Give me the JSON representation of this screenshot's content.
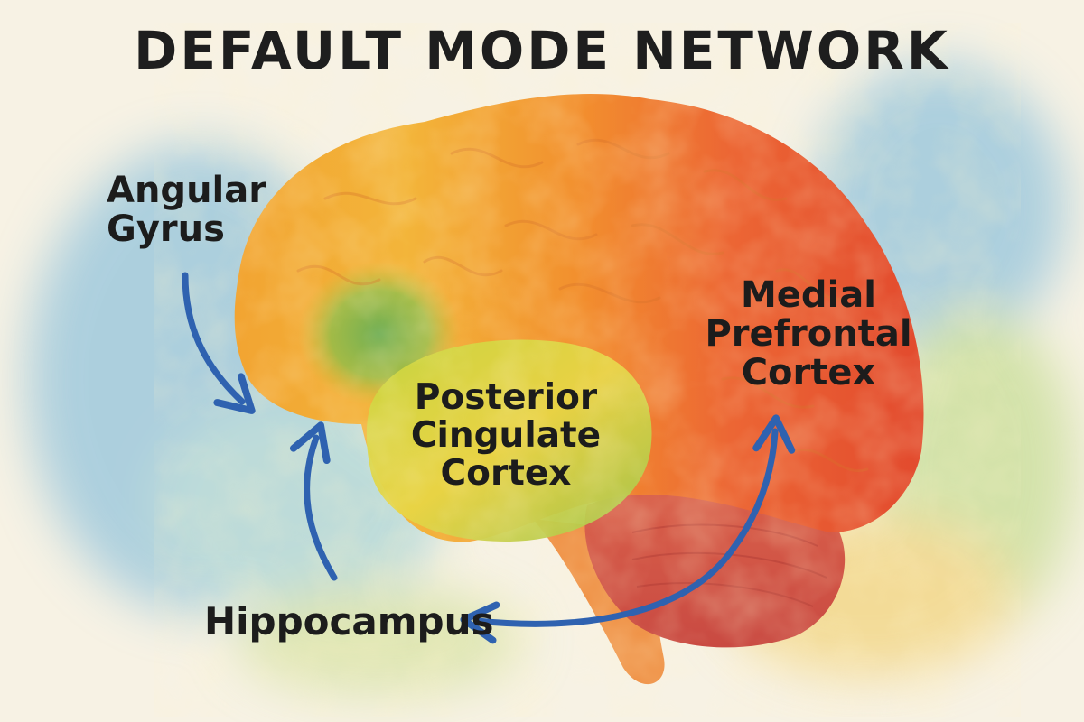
{
  "title": "DEFAULT MODE NETWORK",
  "labels": {
    "angular_gyrus": [
      "Angular",
      "Gyrus"
    ],
    "medial_prefrontal_cortex": [
      "Medial",
      "Prefrontal",
      "Cortex"
    ],
    "posterior_cingulate_cortex": [
      "Posterior",
      "Cingulate",
      "Cortex"
    ],
    "hippocampus": "Hippocampus"
  },
  "colors": {
    "background": "#f7f2e4",
    "arrow": "#2f62b0",
    "text": "#1c1c1c",
    "brain_warm": "#e8532c",
    "brain_orange": "#f29a2e",
    "brain_yellow": "#f2c542",
    "brain_green": "#a8c94a",
    "cerebellum": "#d9524a",
    "wash_blue": "#6fb3d9"
  }
}
